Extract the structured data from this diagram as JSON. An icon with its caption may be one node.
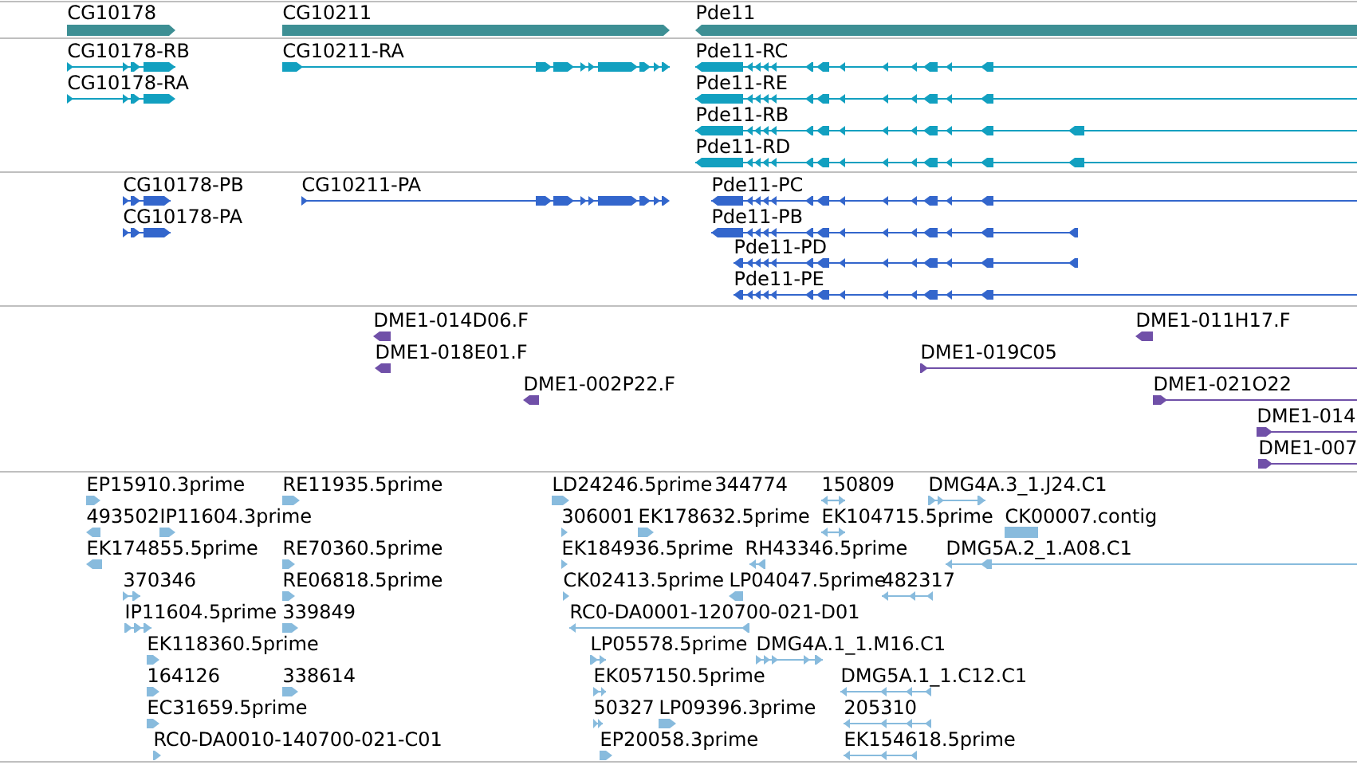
{
  "diagram": {
    "labels": [
      "CG10178",
      "CG10211",
      "Pde11",
      "CG10178-RB",
      "CG10211-RA",
      "Pde11-RC",
      "CG10178-RA",
      "Pde11-RE",
      "Pde11-RB",
      "Pde11-RD",
      "CG10178-PB",
      "CG10211-PA",
      "Pde11-PC",
      "CG10178-PA",
      "Pde11-PB",
      "Pde11-PD",
      "Pde11-PE",
      "DME1-014D06.F",
      "DME1-011H17.F",
      "DME1-018E01.F",
      "DME1-019C05",
      "DME1-002P22.F",
      "DME1-021O22",
      "DME1-014",
      "DME1-007",
      "EP15910.3prime",
      "RE11935.5prime",
      "LD24246.5prime",
      "344774",
      "150809",
      "DMG4A.3_1.J24.C1",
      "493502",
      "IP11604.3prime",
      "306001",
      "EK178632.5prime",
      "EK104715.5prime",
      "CK00007.contig",
      "EK174855.5prime",
      "RE70360.5prime",
      "EK184936.5prime",
      "RH43346.5prime",
      "DMG5A.2_1.A08.C1",
      "370346",
      "RE06818.5prime",
      "CK02413.5prime",
      "LP04047.5prime",
      "482317",
      "IP11604.5prime",
      "339849",
      "RC0-DA0001-120700-021-D01",
      "EK118360.5prime",
      "LP05578.5prime",
      "DMG4A.1_1.M16.C1",
      "164126",
      "338614",
      "EK057150.5prime",
      "DMG5A.1_1.C12.C1",
      "EC31659.5prime",
      "50327",
      "LP09396.3prime",
      "205310",
      "RC0-DA0010-140700-021-C01",
      "EP20058.3prime",
      "EK154618.5prime"
    ]
  }
}
